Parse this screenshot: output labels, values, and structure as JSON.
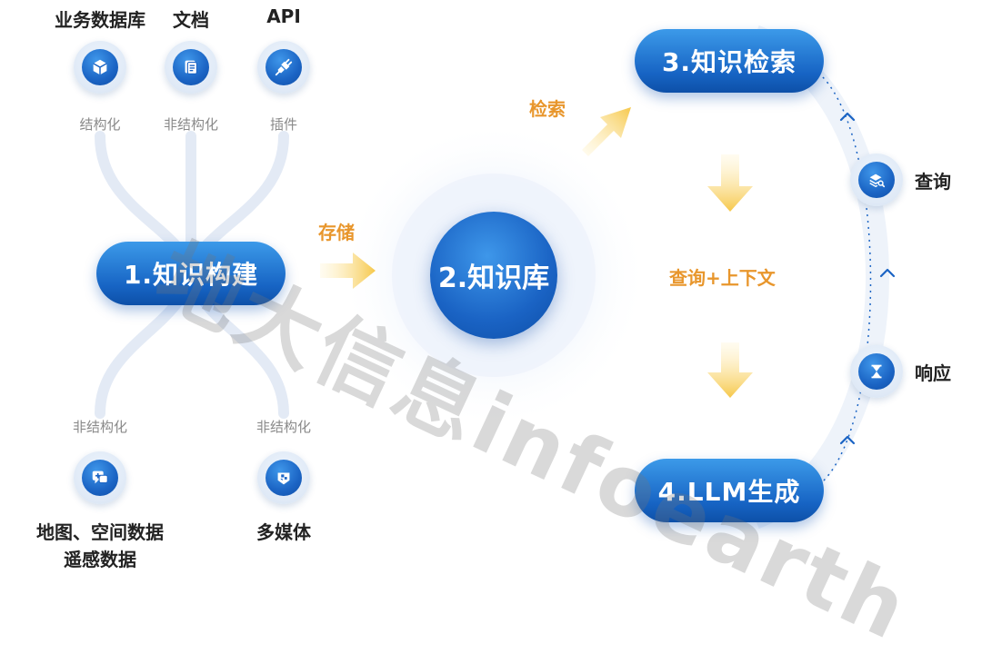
{
  "sources_top": [
    {
      "title": "业务数据库",
      "sub": "结构化",
      "icon": "cube-icon"
    },
    {
      "title": "文档",
      "sub": "非结构化",
      "icon": "document-icon"
    },
    {
      "title": "API",
      "sub": "插件",
      "icon": "plug-icon"
    }
  ],
  "sources_bottom": [
    {
      "title": "地图、空间数据",
      "title2": "遥感数据",
      "sub": "非结构化",
      "icon": "chat-icon"
    },
    {
      "title": "多媒体",
      "sub": "非结构化",
      "icon": "media-icon"
    }
  ],
  "nodes": {
    "build": "1.知识构建",
    "library": "2.知识库",
    "retrieval": "3.知识检索",
    "generation": "4.LLM生成"
  },
  "flow_labels": {
    "store": "存储",
    "retrieve": "检索",
    "query_context": "查询+上下文"
  },
  "cycle_labels": {
    "query": "查询",
    "response": "响应"
  },
  "watermark": "地大信息infoearth",
  "colors": {
    "primary": "#1b64c4",
    "accent": "#e8962c",
    "muted": "#8a8a8a"
  }
}
